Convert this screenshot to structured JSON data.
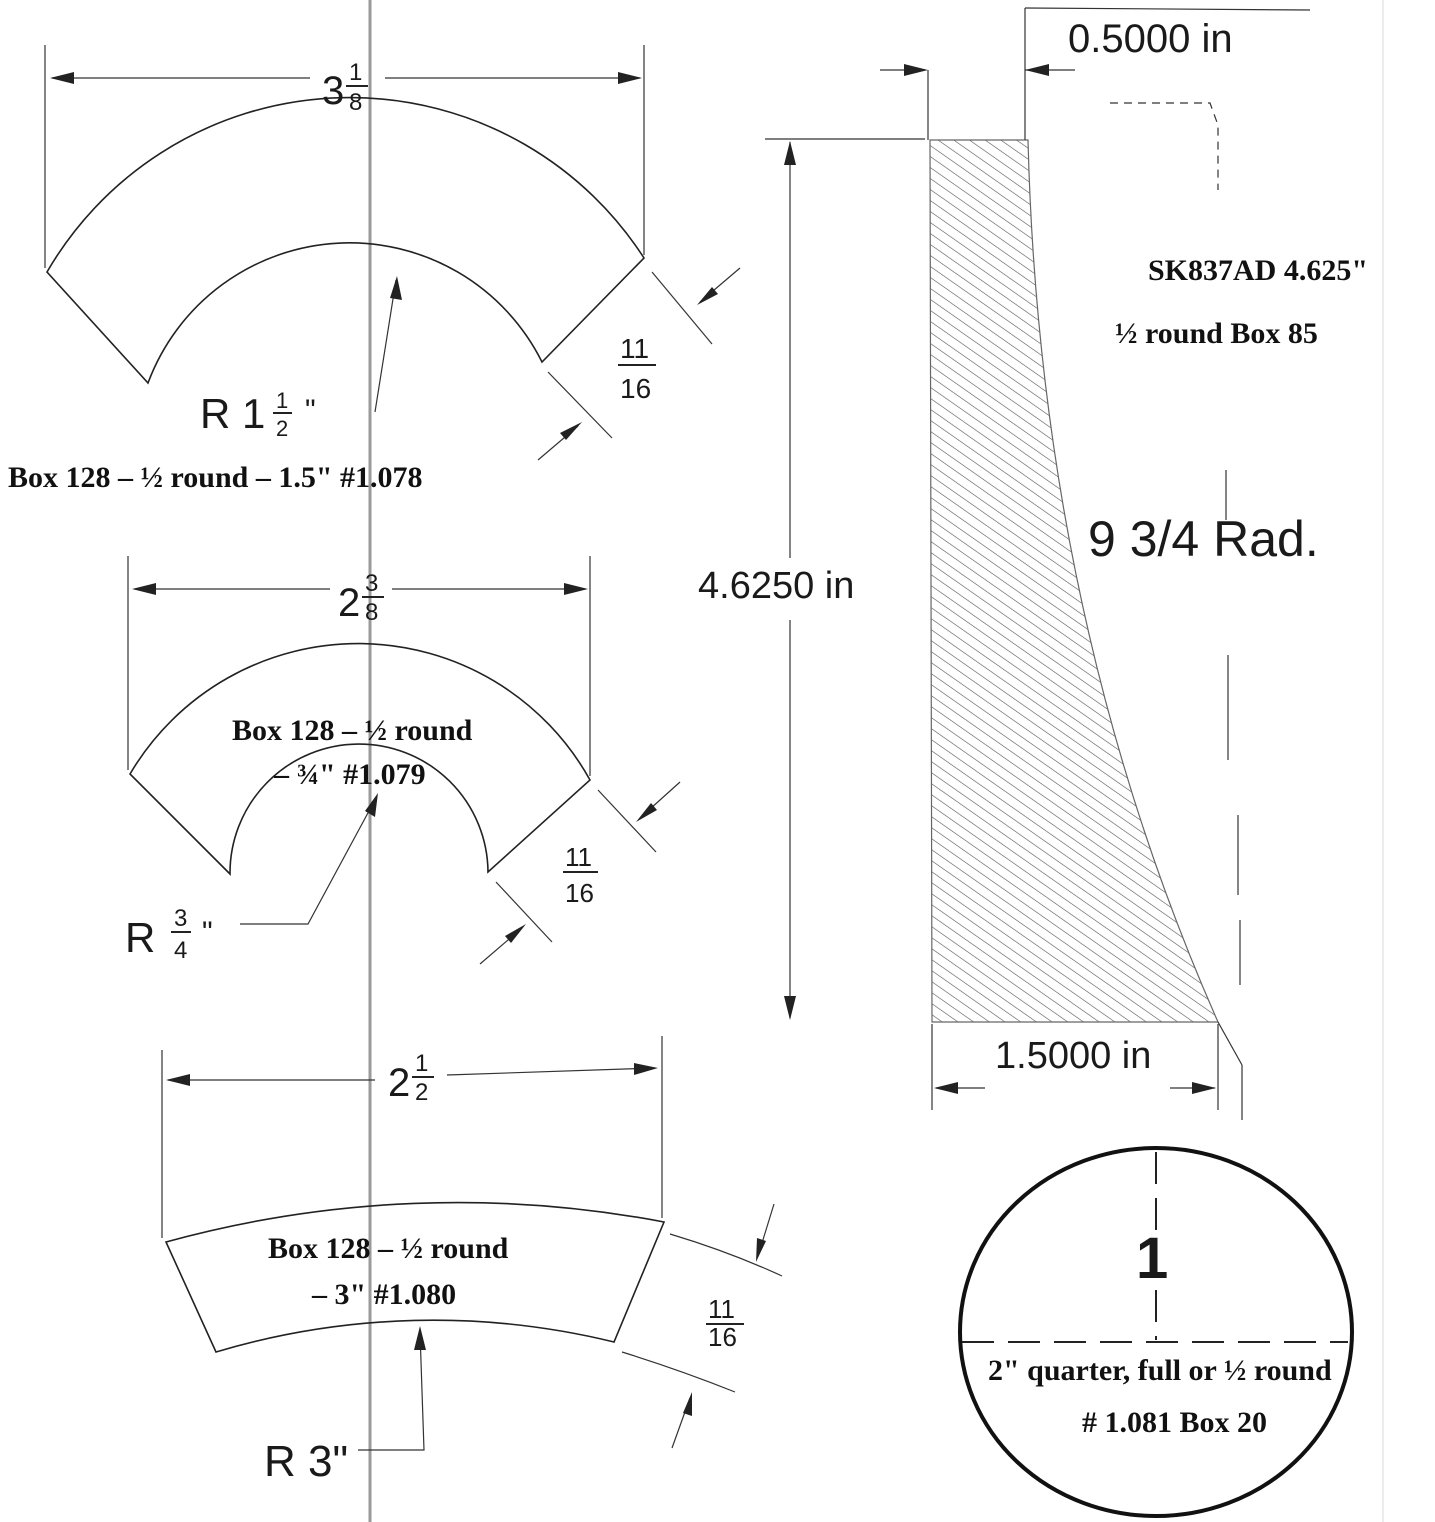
{
  "arc_top": {
    "width_whole": "3",
    "width_num": "1",
    "width_den": "8",
    "radius_prefix": "R 1",
    "radius_num": "1",
    "radius_den": "2",
    "radius_suffix": "\"",
    "thickness_num": "11",
    "thickness_den": "16",
    "note": "Box 128 – ½ round – 1.5\" #1.078"
  },
  "arc_middle": {
    "width_whole": "2",
    "width_num": "3",
    "width_den": "8",
    "radius_prefix": "R",
    "radius_num": "3",
    "radius_den": "4",
    "radius_suffix": "\"",
    "thickness_num": "11",
    "thickness_den": "16",
    "note_line1": "Box 128 – ½ round",
    "note_line2": "– ¾\" #1.079"
  },
  "arc_bottom": {
    "width_whole": "2",
    "width_num": "1",
    "width_den": "2",
    "radius": "R 3\"",
    "thickness_num": "11",
    "thickness_den": "16",
    "note_line1": "Box 128 – ½ round",
    "note_line2": "– 3\" #1.080"
  },
  "profile": {
    "top_width": "0.5000 in",
    "height": "4.6250 in",
    "bottom_width": "1.5000 in",
    "radius_label": "9 3/4 Rad.",
    "note_line1": "SK837AD 4.625\"",
    "note_line2": "½ round Box 85"
  },
  "circle": {
    "center_mark": "1",
    "note_line1": "2\" quarter, full or ½ round",
    "note_line2": "# 1.081 Box 20"
  }
}
